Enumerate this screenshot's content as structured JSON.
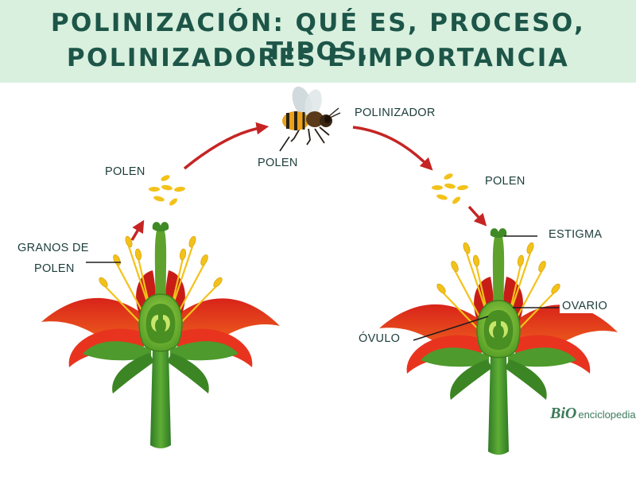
{
  "header": {
    "title_line1": "POLINIZACIÓN: QUÉ ES, PROCESO, TIPOS,",
    "title_line2": "POLINIZADORES E IMPORTANCIA"
  },
  "labels": {
    "polen_left": "POLEN",
    "granos_line1": "GRANOS DE",
    "granos_line2": "POLEN",
    "polen_bee": "POLEN",
    "polinizador": "POLINIZADOR",
    "polen_right": "POLEN",
    "estigma": "ESTIGMA",
    "ovario": "OVARIO",
    "ovulo": "ÓVULO"
  },
  "logo": {
    "mark": "BiO",
    "text": "enciclopedia"
  },
  "colors": {
    "header_bg": "#d9f0df",
    "title": "#1d5648",
    "petal": "#e8341f",
    "petal_light": "#f1661f",
    "leaf": "#4e9a2c",
    "pistil": "#7fc13a",
    "anther": "#f3c21a",
    "arrow": "#c62424"
  }
}
